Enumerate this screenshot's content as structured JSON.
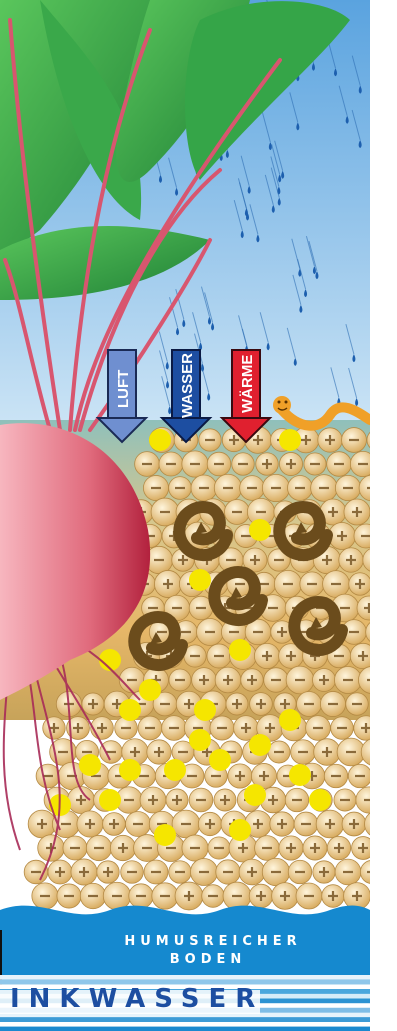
{
  "arrows": [
    {
      "label": "LUFT",
      "color": "#6f8fd0"
    },
    {
      "label": "WASSER",
      "color": "#1d4ea1"
    },
    {
      "label": "WÄRME",
      "color": "#e0202f"
    }
  ],
  "caption": {
    "line1": "HUMUSREICHER",
    "line2": "BODEN"
  },
  "band_title": "INKWASSER",
  "colors": {
    "sky": "#8fc2ea",
    "soil": "#e8c688",
    "water": "#1589cf",
    "beet": "#d94b63",
    "leaf": "#2b9e3f",
    "humus": "#6b4c1c",
    "worm": "#f0a028",
    "nutrient": "#f5e600"
  }
}
